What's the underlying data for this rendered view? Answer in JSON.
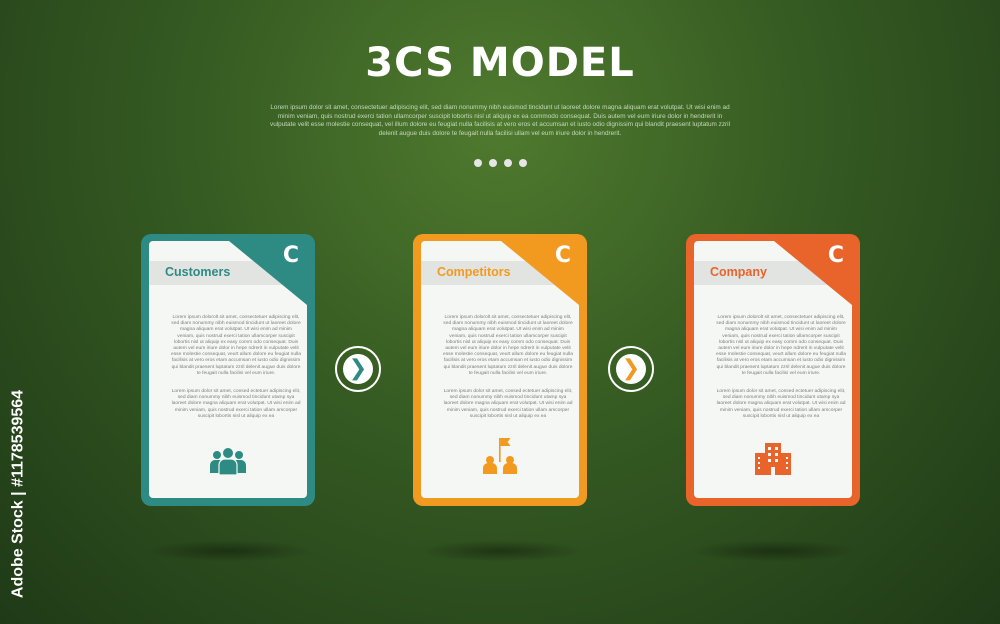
{
  "title": "3CS MODEL",
  "subtitle": "Lorem ipsum dolor sit amet, consectetuer adipiscing elit, sed diam nonummy nibh euismod tincidunt ut laoreet dolore magna aliquam erat volutpat. Ut wisi enim ad minim veniam, quis nostrud exerci tation ullamcorper suscipit lobortis nisl ut aliquip ex ea commodo consequat. Duis autem vel eum iriure dolor in hendrerit in vulputate velit esse molestie consequat, vel illum dolore eu feugiat nulla facilisis at vero eros et accumsan et iusto odio dignissim qui blandit praesent luptatum zzril delenit augue duis dolore te feugait nulla facilisi ullam vel eum iriure dolor in hendrerit.",
  "pager_dots": 4,
  "cards": [
    {
      "label": "Customers",
      "letter": "C",
      "color": "#2e8b84",
      "icon": "users-group-icon",
      "paragraph1": "Lorem ipsum dolorolt sit amet, consectetuer adipiscing elit, sed diam nonummy nibh euismod tincidunt ut laoreet dolore magna aliquam erat volutpat. Ut wisi enim ad minim veniam, quis nostrud exerci tation ullamcorper suscipit lobortis nisl ut aliquip ex easy comm odo consequat. Duis autem vel eum iriure dolor in hepe ndrerit in vulputate velit esse molestie consequat, veurt allum dolore eu feugiat nulla facilisis at vero eros etam accumsan et iusto odio dignissim qui blandit praesent luptatum zzril delenit augue duis dolore te feugait nulla facilisi vel eum iriure.",
      "paragraph2": "Lorem ipsum dolor sit amet, consed ectetuer adipiscing elit, sed diam nonummy nibh euismod tincidunt utamp sya laoreet dolore magna aliquam erat volutpat. Ut wisi enim ad minim veniam, quis nostrud exerci tation ullam amcorper suscipit lobortis nisl ut aliquip ex ea"
    },
    {
      "label": "Competitors",
      "letter": "C",
      "color": "#f29a1f",
      "icon": "team-flag-icon",
      "paragraph1": "Lorem ipsum dolorolt sit amet, consectetuer adipiscing elit, sed diam nonummy nibh euismod tincidunt ut laoreet dolore magna aliquam erat volutpat. Ut wisi enim ad minim veniam, quis nostrud exerci tation ullamcorper suscipit lobortis nisl ut aliquip ex easy comm odo consequat. Duis autem vel eum iriure dolor in hepe ndrerit in vulputate velit esse molestie consequat, veurt allum dolore eu feugiat nulla facilisis at vero eros etam accumsan et iusto odio dignissim qui blandit praesent luptatum zzril delenit augue duis dolore te feugait nulla facilisi vel eum iriure.",
      "paragraph2": "Lorem ipsum dolor sit amet, consed ectetuer adipiscing elit, sed diam nonummy nibh euismod tincidunt utamp sya laoreet dolore magna aliquam erat volutpat. Ut wisi enim ad minim veniam, quis nostrud exerci tation ullam amcorper suscipit lobortis nisl ut aliquip ex ea"
    },
    {
      "label": "Company",
      "letter": "C",
      "color": "#e8642a",
      "icon": "building-icon",
      "paragraph1": "Lorem ipsum dolorolt sit amet, consectetuer adipiscing elit, sed diam nonummy nibh euismod tincidunt ut laoreet dolore magna aliquam erat volutpat. Ut wisi enim ad minim veniam, quis nostrud exerci tation ullamcorper suscipit lobortis nisl ut aliquip ex easy comm odo consequat. Duis autem vel eum iriure dolor in hepe ndrerit in vulputate velit esse molestie consequat, veurt allum dolore eu feugiat nulla facilisis at vero eros etam accumsan et iusto odio dignissim qui blandit praesent luptatum zzril delenit augue duis dolore te feugait nulla facilisi vel eum iriure.",
      "paragraph2": "Lorem ipsum dolor sit amet, consed ectetuer adipiscing elit, sed diam nonummy nibh euismod tincidunt utamp sya laoreet dolore magna aliquam erat volutpat. Ut wisi enim ad minim veniam, quis nostrud exerci tation ullam amcorper suscipit lobortis nisl ut aliquip ex ea"
    }
  ],
  "connectors": [
    {
      "glyph": "❯",
      "color": "#2e8b84",
      "icon": "chevron-right-icon"
    },
    {
      "glyph": "❯",
      "color": "#f29a1f",
      "icon": "chevron-right-icon"
    }
  ],
  "watermark": "Adobe Stock | #1178539564"
}
